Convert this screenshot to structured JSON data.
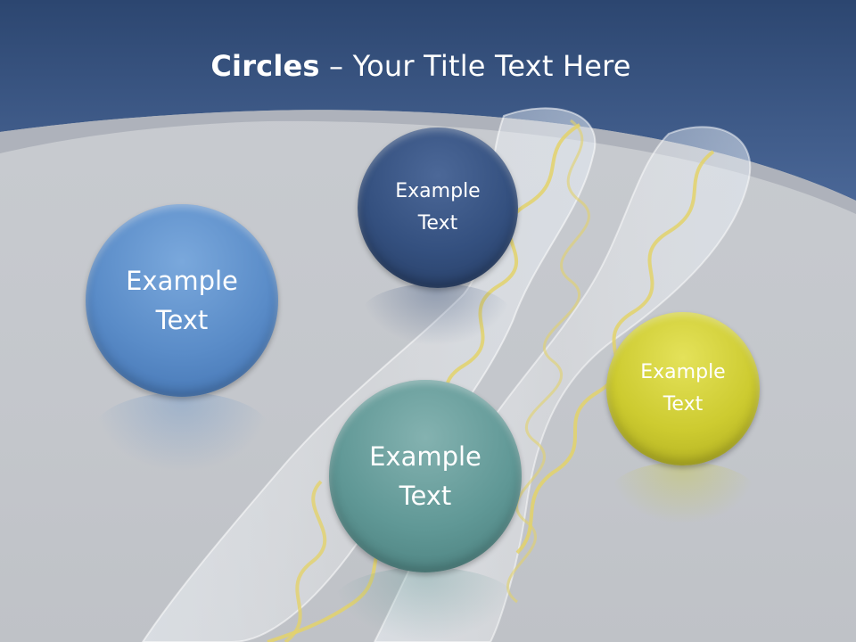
{
  "slide": {
    "title_bold": "Circles",
    "title_rest": " – Your Title Text Here"
  },
  "circles": [
    {
      "label": "Example\nText",
      "color": "#5b8cc8"
    },
    {
      "label": "Example\nText",
      "color": "#2f4a78"
    },
    {
      "label": "Example\nText",
      "color": "#5f9694"
    },
    {
      "label": "Example\nText",
      "color": "#c9c72c"
    }
  ],
  "colors": {
    "header": "#3d5c8f",
    "background": "#c6c9ce",
    "dna": "#e3d26a"
  }
}
